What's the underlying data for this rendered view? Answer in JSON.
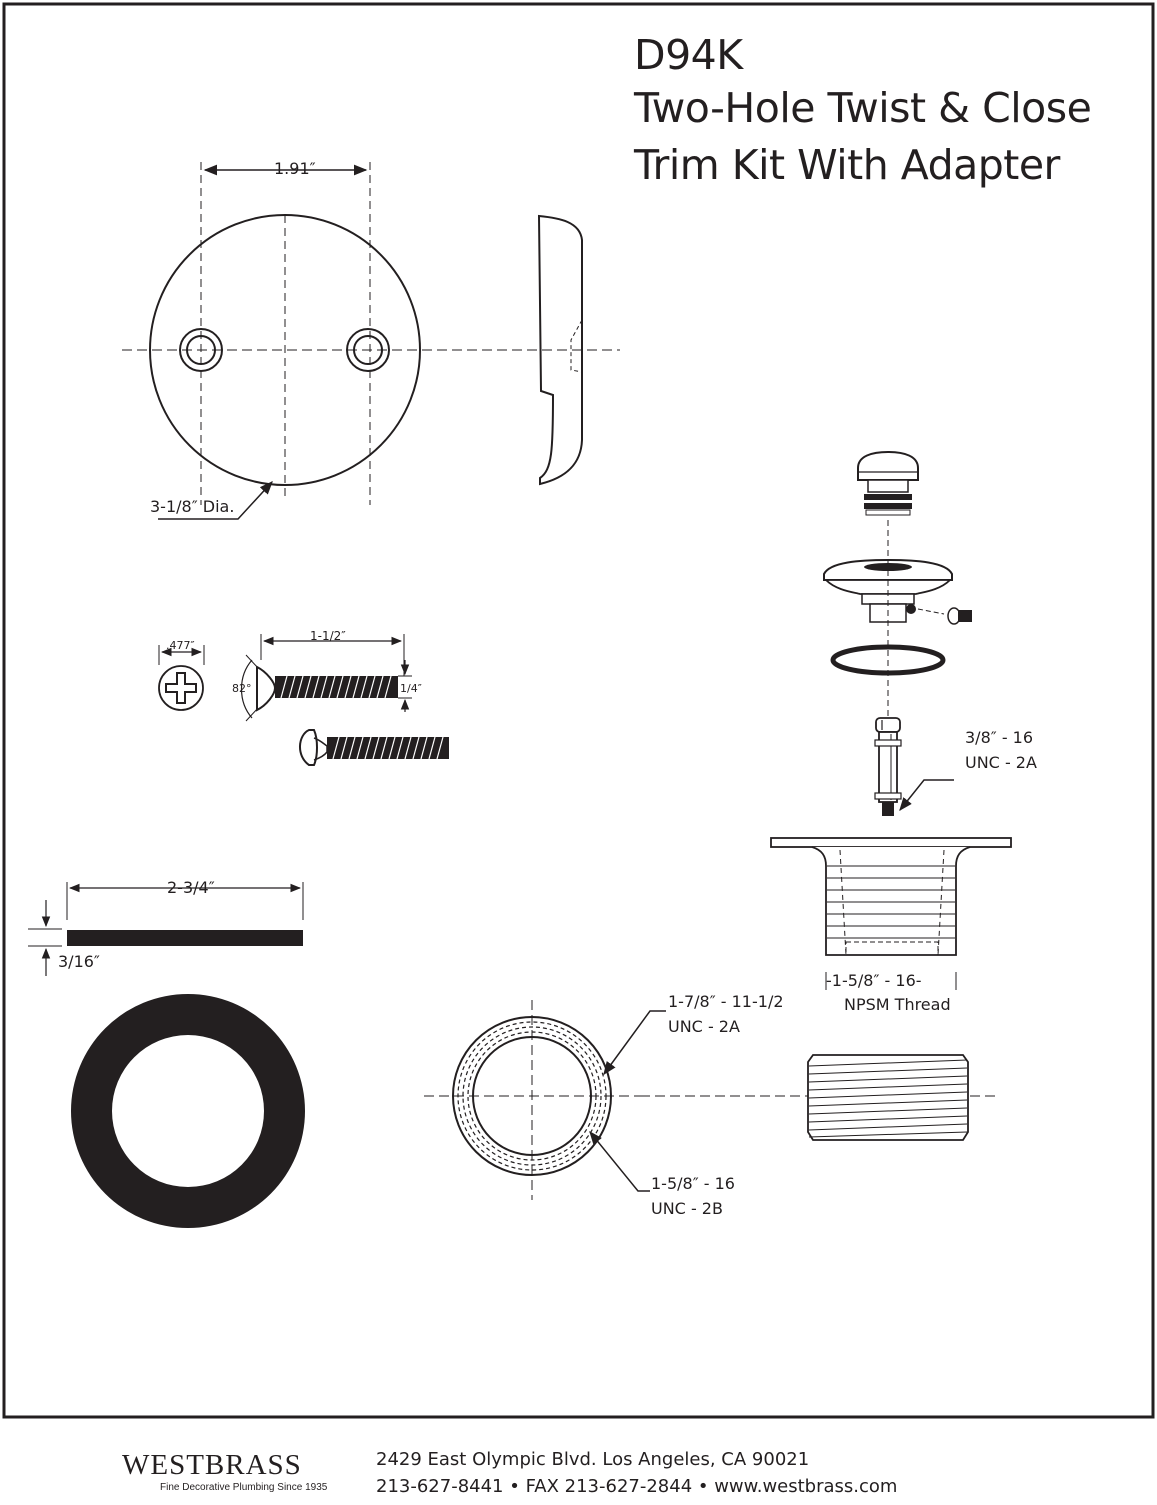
{
  "title": {
    "model": "D94K",
    "line1": "Two-Hole Twist & Close",
    "line2": "Trim Kit With Adapter"
  },
  "labels": {
    "hole_spacing": "1.91″",
    "plate_diameter": "3-1/8″ Dia.",
    "screw_head": ".477″",
    "screw_length": "1-1/2″",
    "screw_angle": "82°",
    "screw_diameter": "1/4″",
    "gasket_length": "2-3/4″",
    "gasket_thickness": "3/16″",
    "stem_thread_1": "3/8″ - 16",
    "stem_thread_2": "UNC - 2A",
    "body_thread_1": "-1-5/8″ - 16-",
    "body_thread_2": "NPSM Thread",
    "adapter_outer_1": "1-7/8″ - 11-1/2",
    "adapter_outer_2": "UNC - 2A",
    "adapter_inner_1": "1-5/8″ - 16",
    "adapter_inner_2": "UNC - 2B"
  },
  "footer": {
    "brand": "WESTBRASS",
    "tagline": "Fine Decorative Plumbing Since 1935",
    "address": "2429 East Olympic Blvd. Los Angeles, CA  90021",
    "contact": "213-627-8441 • FAX 213-627-2844 • www.westbrass.com"
  }
}
